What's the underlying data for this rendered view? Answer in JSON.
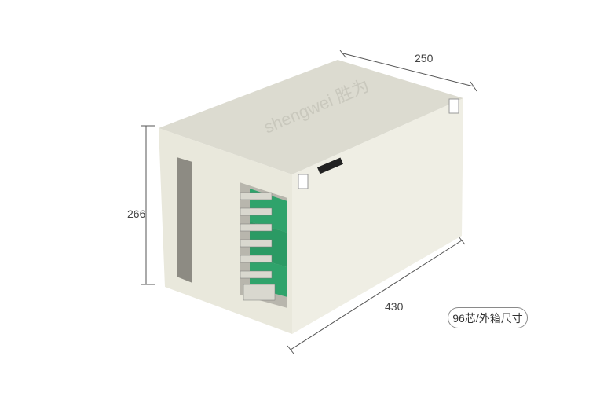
{
  "dimensions": {
    "depth": "250",
    "height": "266",
    "width": "430"
  },
  "badge": "96芯/外箱尺寸",
  "brand_logo": "shengwei 胜为",
  "colors": {
    "body": "#e9e8dc",
    "module": "#2fa36b",
    "dimension_line": "#555555"
  }
}
